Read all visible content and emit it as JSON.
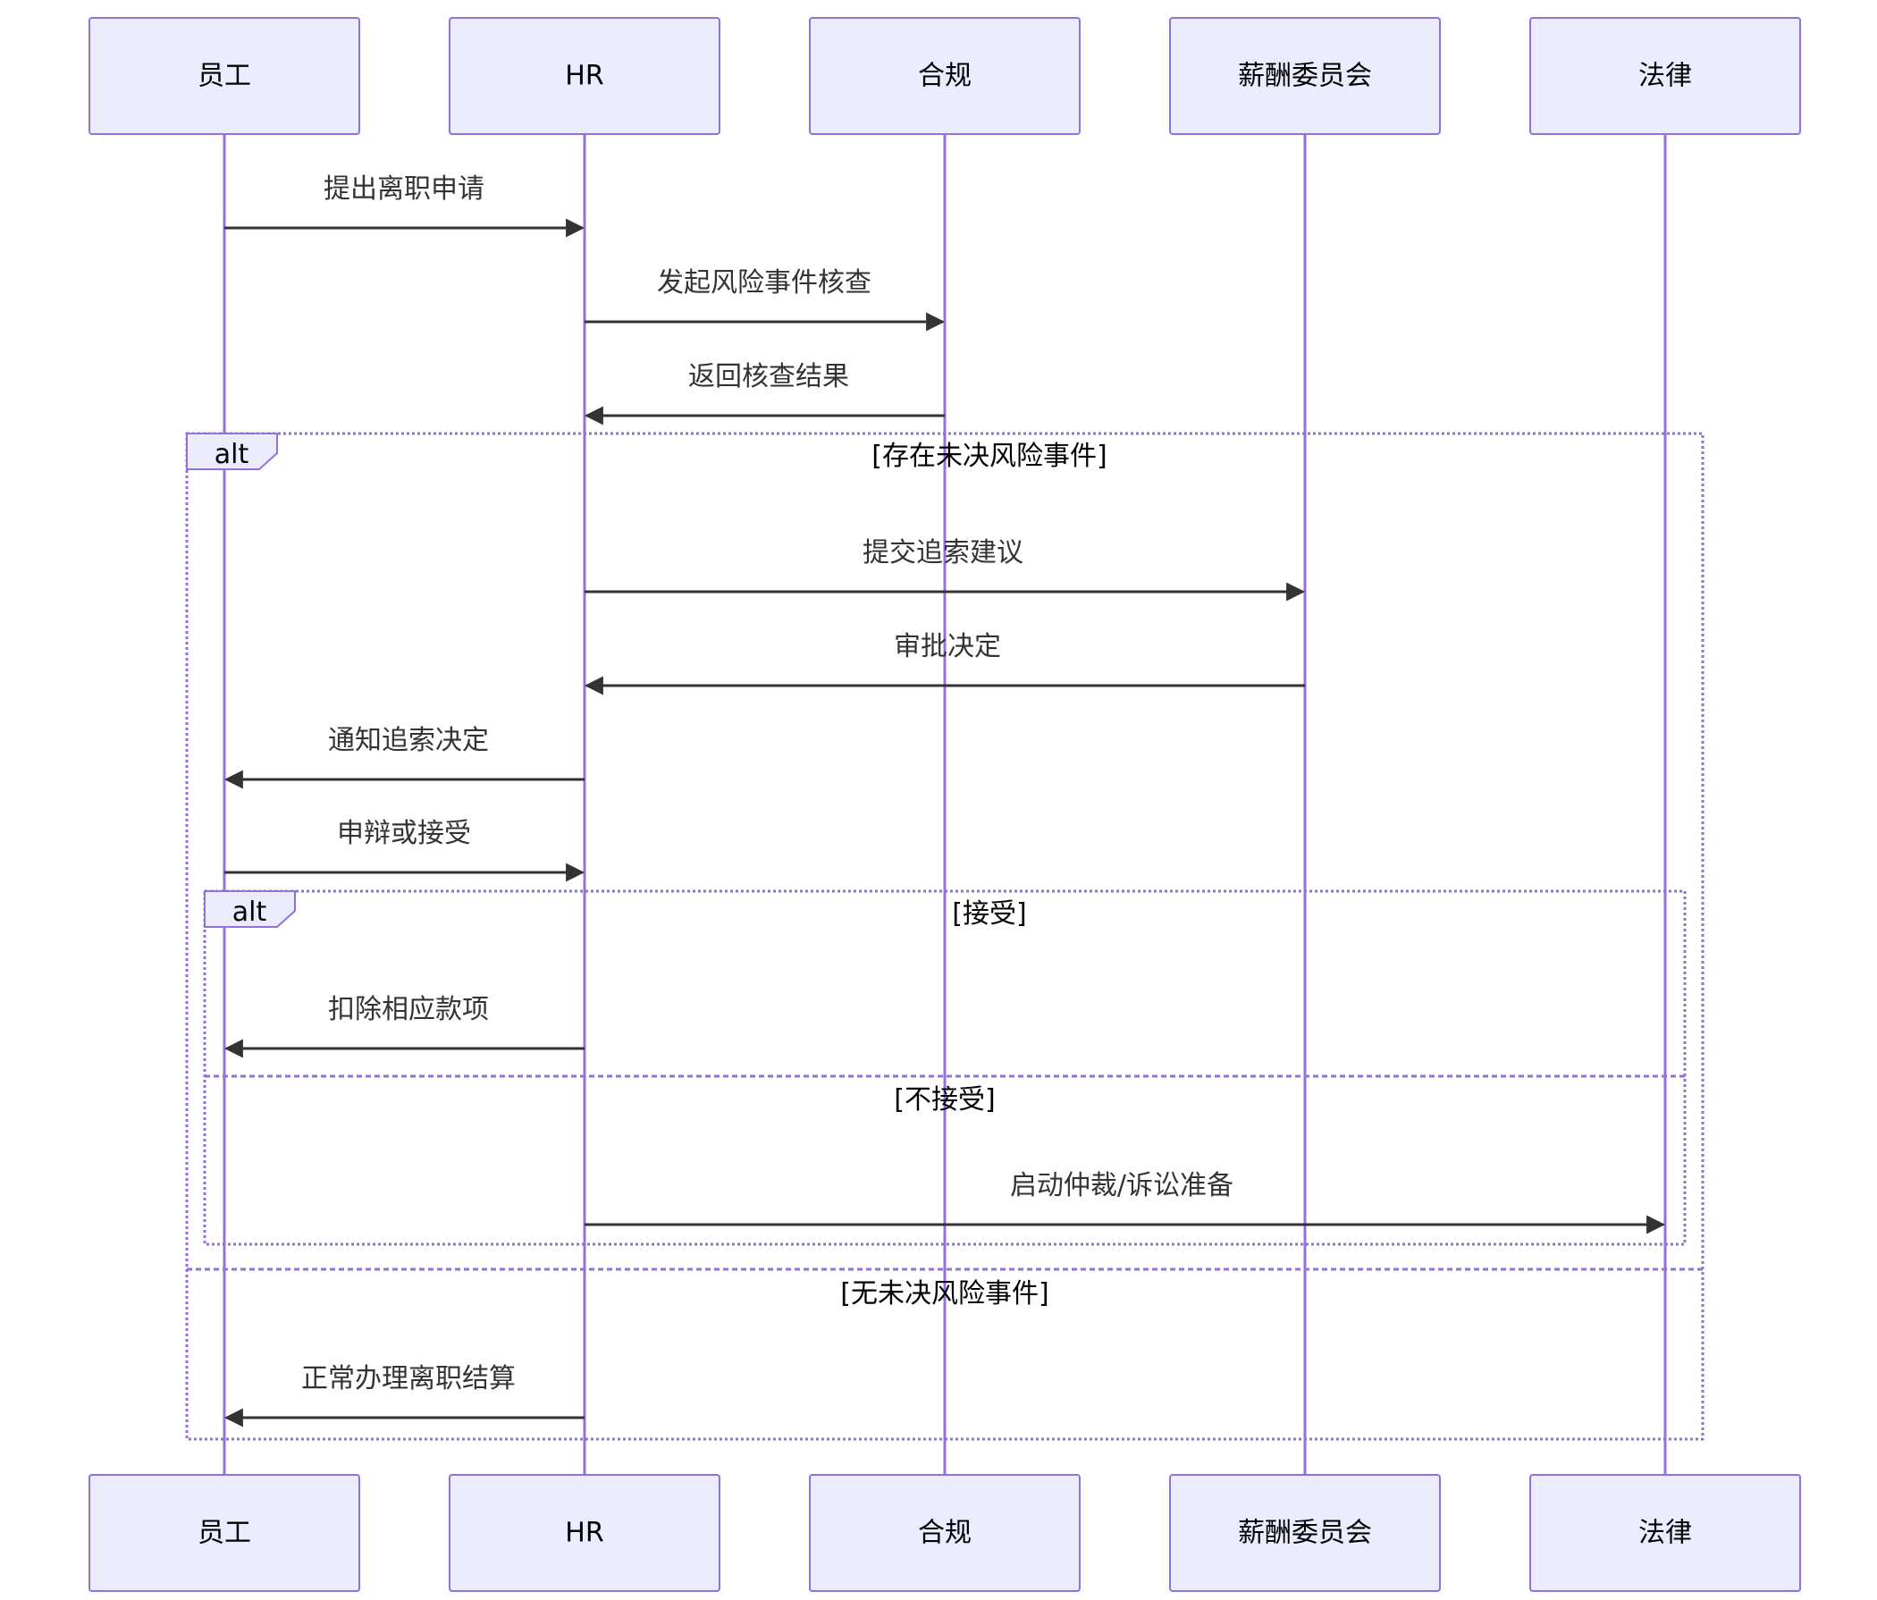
{
  "actors": [
    {
      "id": "employee",
      "label": "员工"
    },
    {
      "id": "hr",
      "label": "HR"
    },
    {
      "id": "compliance",
      "label": "合规"
    },
    {
      "id": "comp_committee",
      "label": "薪酬委员会"
    },
    {
      "id": "legal",
      "label": "法律"
    }
  ],
  "messages": [
    {
      "from": "employee",
      "to": "hr",
      "text": "提出离职申请"
    },
    {
      "from": "hr",
      "to": "compliance",
      "text": "发起风险事件核查"
    },
    {
      "from": "compliance",
      "to": "hr",
      "text": "返回核查结果"
    },
    {
      "from": "hr",
      "to": "comp_committee",
      "text": "提交追索建议"
    },
    {
      "from": "comp_committee",
      "to": "hr",
      "text": "审批决定"
    },
    {
      "from": "hr",
      "to": "employee",
      "text": "通知追索决定"
    },
    {
      "from": "employee",
      "to": "hr",
      "text": "申辩或接受"
    },
    {
      "from": "hr",
      "to": "employee",
      "text": "扣除相应款项"
    },
    {
      "from": "hr",
      "to": "legal",
      "text": "启动仲裁/诉讼准备"
    },
    {
      "from": "hr",
      "to": "employee",
      "text": "正常办理离职结算"
    }
  ],
  "fragments": [
    {
      "type": "alt",
      "label": "alt",
      "conditions": [
        "[存在未决风险事件]",
        "[无未决风险事件]"
      ]
    },
    {
      "type": "alt",
      "label": "alt",
      "conditions": [
        "[接受]",
        "[不接受]"
      ]
    }
  ]
}
